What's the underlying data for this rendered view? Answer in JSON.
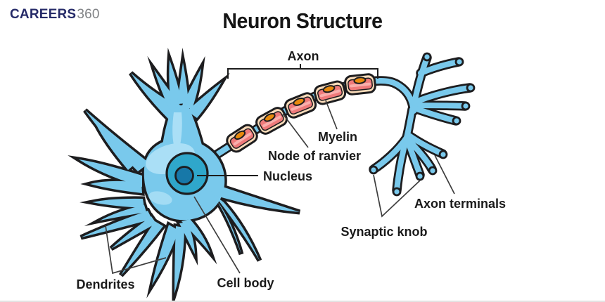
{
  "header": {
    "logo": {
      "brand": "CAREERS",
      "suffix": "360"
    },
    "title": "Neuron Structure"
  },
  "labels": {
    "axon": "Axon",
    "myelin": "Myelin",
    "node_of_ranvier": "Node of ranvier",
    "nucleus": "Nucleus",
    "axon_terminals": "Axon terminals",
    "synaptic_knob": "Synaptic knob",
    "dendrites": "Dendrites",
    "cell_body": "Cell body"
  },
  "colors": {
    "neuron_blue": "#79C9EC",
    "neuron_highlight": "#AADFF6",
    "outline_dark": "#1d1d1f",
    "nucleus_teal": "#2FA7CB",
    "nucleolus_blue": "#1778A8",
    "myelin_cream": "#FBDCBA",
    "myelin_salmon": "#EF7A7A",
    "myelin_core_orange": "#E8890D",
    "logo_navy": "#252a68",
    "logo_gray": "#808285",
    "label_text": "#1a1a1a",
    "leader_line": "#3d3d3d"
  }
}
